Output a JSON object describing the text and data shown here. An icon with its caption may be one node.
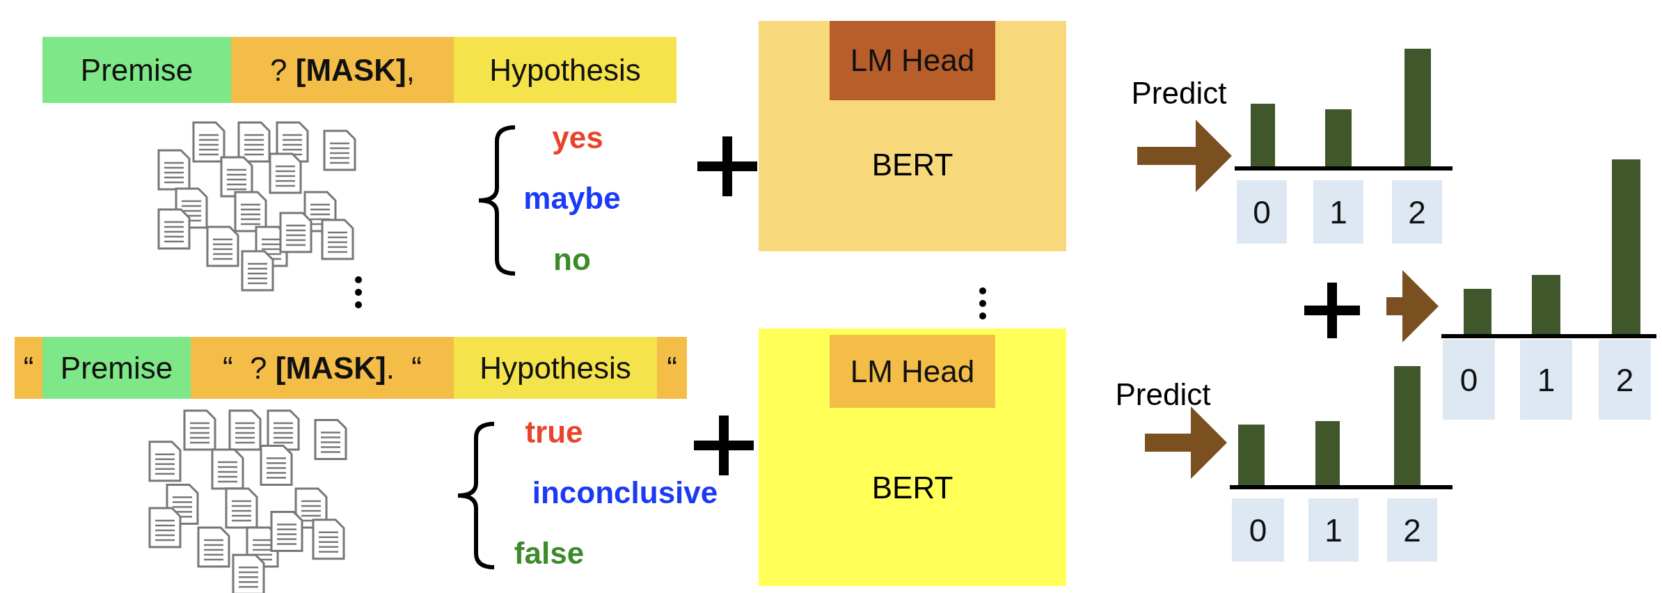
{
  "diagram": {
    "nodes": [
      {
        "text": [
          "Premise"
        ]
      },
      {
        "text": [
          "? **[MASK]**,"
        ]
      },
      {
        "text": [
          "Hypothesis"
        ]
      },
      {
        "text": [
          "“"
        ]
      },
      {
        "text": [
          "Premise"
        ]
      },
      {
        "text": [
          "“  ? **[MASK]**.  “"
        ]
      },
      {
        "text": [
          "Hypothesis"
        ]
      },
      {
        "text": [
          "“"
        ]
      },
      {
        "text": [
          "BERT"
        ]
      },
      {
        "text": [
          "LM Head"
        ],
        "in": 8
      },
      {
        "text": [
          "BERT"
        ]
      },
      {
        "text": [
          "LM Head"
        ],
        "in": 10
      },
      {
        "text": [],
        "shape": "picture"
      },
      {
        "text": [
          "0"
        ]
      },
      {
        "text": [
          "1"
        ]
      },
      {
        "text": [
          "2"
        ]
      },
      {
        "text": [],
        "shape": "picture"
      },
      {
        "text": [
          "0"
        ]
      },
      {
        "text": [
          "1"
        ]
      },
      {
        "text": [
          "2"
        ]
      },
      {
        "text": [],
        "shape": "picture"
      },
      {
        "text": [
          "0"
        ]
      },
      {
        "text": [
          "1"
        ]
      },
      {
        "text": [
          "2"
        ]
      }
    ],
    "edges": [
      {
        "from": null,
        "to": 12,
        "arrow": "to",
        "label": "Predict"
      },
      {
        "from": null,
        "to": 20,
        "arrow": "to"
      },
      {
        "from": null,
        "to": 16,
        "arrow": "to",
        "label": "Predict"
      }
    ],
    "labels": [
      "yes",
      "maybe",
      "no",
      "true",
      "inconclusive",
      "false"
    ]
  }
}
